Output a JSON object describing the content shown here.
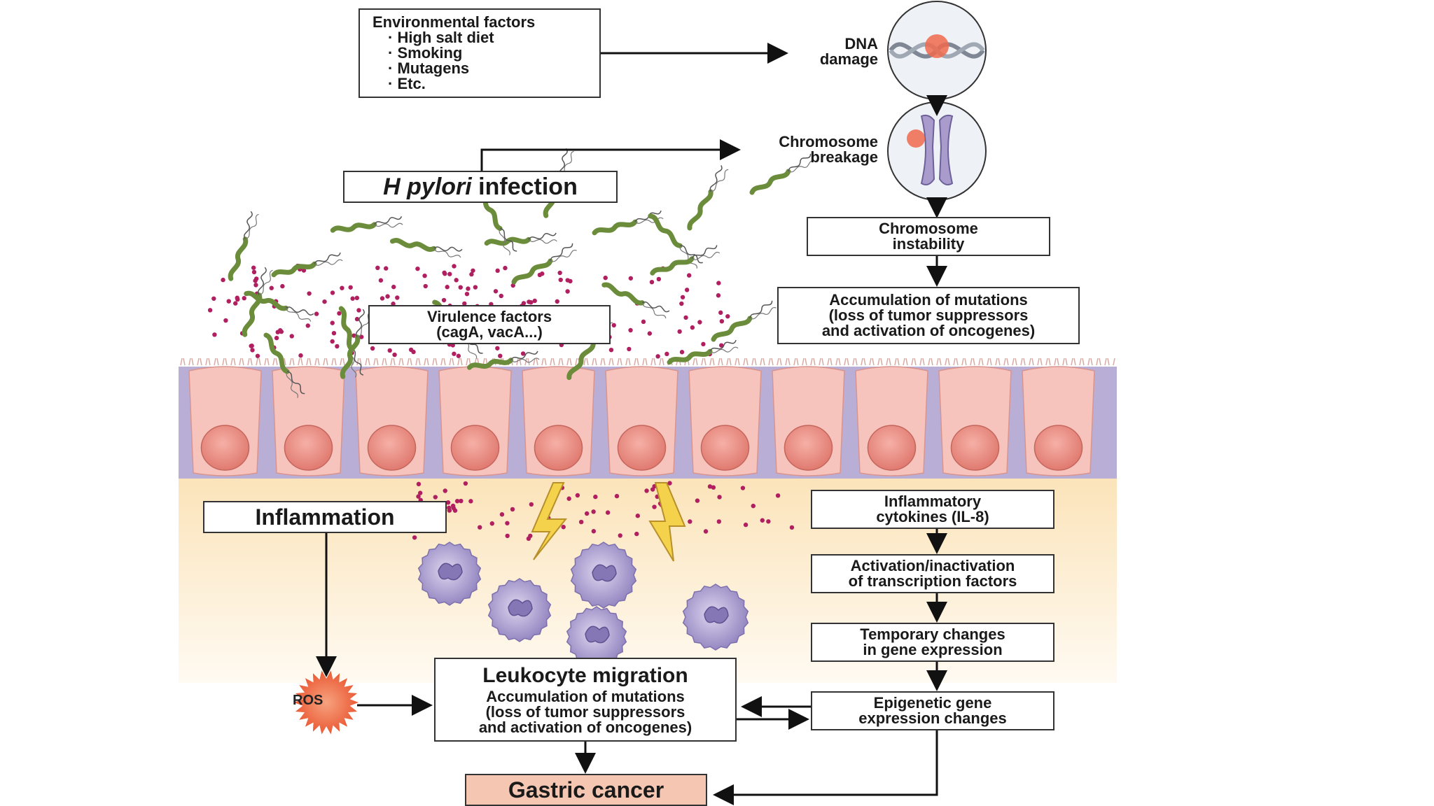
{
  "env_box": {
    "title": "Environmental factors",
    "items": [
      "High salt diet",
      "Smoking",
      "Mutagens",
      "Etc."
    ]
  },
  "dna_damage": {
    "line1": "DNA",
    "line2": "damage"
  },
  "chromosome_breakage": {
    "line1": "Chromosome",
    "line2": "breakage"
  },
  "h_pylori": {
    "organism": "H pylori",
    "rest": " infection"
  },
  "chromosome_instability": {
    "line1": "Chromosome",
    "line2": "instability"
  },
  "accumulation_top": {
    "line1": "Accumulation of mutations",
    "line2": "(loss of tumor suppressors",
    "line3": "and activation of oncogenes)"
  },
  "virulence": {
    "line1": "Virulence factors",
    "line2": "(cagA, vacA...)"
  },
  "inflammation": "Inflammation",
  "cytokines": {
    "line1": "Inflammatory",
    "line2": "cytokines (IL-8)"
  },
  "transcription": {
    "line1": "Activation/inactivation",
    "line2": "of transcription factors"
  },
  "temporary": {
    "line1": "Temporary changes",
    "line2": "in gene expression"
  },
  "epigenetic": {
    "line1": "Epigenetic gene",
    "line2": "expression changes"
  },
  "leukocyte": {
    "title": "Leukocyte migration",
    "line1": "Accumulation of mutations",
    "line2": "(loss of tumor suppressors",
    "line3": "and activation of oncogenes)"
  },
  "ros": "ROS",
  "gastric_cancer": "Gastric cancer",
  "colors": {
    "epithelium": "#f6c3bd",
    "nucleus": "#ee8a80",
    "interstitial": "#b9aed6",
    "bacteria": "#6b8c3a",
    "virulence_dot": "#b02060",
    "leukocyte": "#9a8cc6",
    "ros": "#ef6a45",
    "gastric_fill": "#f5c7b3",
    "tissue_bg": "#fbe7c4"
  }
}
